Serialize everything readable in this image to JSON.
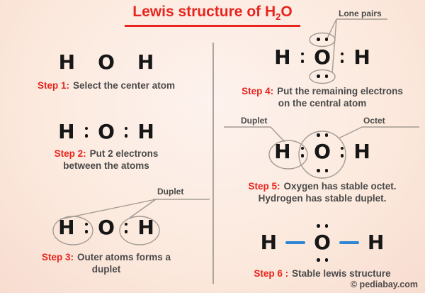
{
  "title": {
    "prefix": "Lewis structure of H",
    "subscript": "2",
    "suffix": "O"
  },
  "atoms": {
    "hydrogen": "H",
    "oxygen": "O"
  },
  "annotations": {
    "duplet": "Duplet",
    "octet": "Octet",
    "lone_pairs": "Lone pairs"
  },
  "steps": [
    {
      "label": "Step 1:",
      "lines": [
        "Select the center atom"
      ]
    },
    {
      "label": "Step 2:",
      "lines": [
        "Put 2 electrons",
        "between the atoms"
      ]
    },
    {
      "label": "Step 3:",
      "lines": [
        "Outer atoms forms a",
        "duplet"
      ]
    },
    {
      "label": "Step 4:",
      "lines": [
        "Put the remaining electrons",
        "on the central atom"
      ]
    },
    {
      "label": "Step 5:",
      "lines": [
        "Oxygen has stable octet.",
        "Hydrogen has stable duplet."
      ]
    },
    {
      "label": "Step 6 :",
      "lines": [
        "Stable lewis structure"
      ]
    }
  ],
  "watermark": "© pediabay.com",
  "colors": {
    "accent_red": "#e8251f",
    "caption_gray": "#4a4a4a",
    "atom_black": "#161616",
    "bond_blue": "#2e86d5",
    "annotation_line_gray": "#a39b92",
    "background_peach": "#fceade"
  }
}
